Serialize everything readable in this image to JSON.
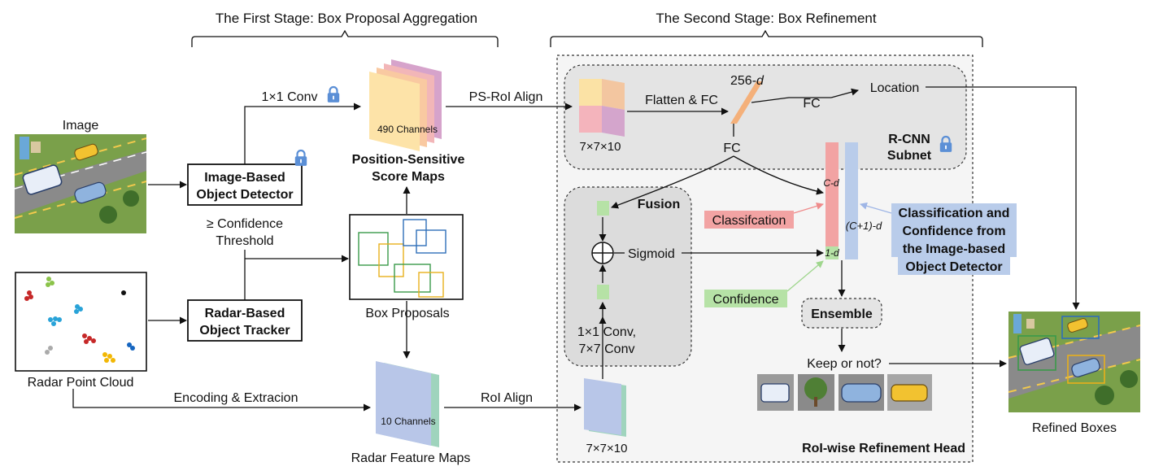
{
  "stages": {
    "first": "The First Stage: Box Proposal Aggregation",
    "second": "The Second Stage: Box Refinement"
  },
  "inputs": {
    "image": "Image",
    "radar": "Radar Point Cloud"
  },
  "modules": {
    "image_detector_l1": "Image-Based",
    "image_detector_l2": "Object Detector",
    "radar_tracker_l1": "Radar-Based",
    "radar_tracker_l2": "Object Tracker",
    "box_proposals": "Box Proposals",
    "ps_maps_l1": "Position-Sensitive",
    "ps_maps_l2": "Score Maps",
    "ps_channels": "490 Channels",
    "radar_maps": "Radar Feature Maps",
    "radar_channels": "10 Channels",
    "rcnn_l1": "R-CNN",
    "rcnn_l2": "Subnet",
    "fusion": "Fusion",
    "ensemble": "Ensemble",
    "head": "RoI-wise Refinement Head",
    "refined": "Refined Boxes"
  },
  "edges": {
    "conv1x1": "1×1 Conv",
    "conf_l1": "≥ Confidence",
    "conf_l2": "Threshold",
    "ps_roi_align": "PS-RoI Align",
    "encoding": "Encoding & Extracion",
    "roi_align": "RoI Align",
    "flatten_fc": "Flatten & FC",
    "fc1": "FC",
    "fc2": "FC",
    "location": "Location",
    "sigmoid": "Sigmoid",
    "conv_l1": "1×1 Conv,",
    "conv_l2": "7×7 Conv",
    "keep": "Keep or not?"
  },
  "dims": {
    "d256": "256-",
    "d_italic": "d",
    "feat1": "7×7×10",
    "feat2": "7×7×10",
    "cd": "C-d",
    "one_d": "1-d",
    "c1d": "(C+1)-d"
  },
  "annotations": {
    "classification": "Classifcation",
    "confidence": "Confidence",
    "det_info_l1": "Classification and",
    "det_info_l2": "Confidence from",
    "det_info_l3": "the Image-based",
    "det_info_l4": "Object Detector"
  },
  "icons": [
    "lock-icon",
    "bus-icon",
    "tree-icon",
    "car-icon",
    "taxi-icon",
    "building-icon"
  ],
  "colors": {
    "lock": "#5b8fd6",
    "classification": "#f2a3a3",
    "confidence": "#b6e2a6",
    "detector_info": "#b9ccea",
    "ps_pink": "#d9a6cf",
    "ps_yellow": "#fde3a8",
    "radar_blue": "#b8c6e8",
    "radar_green": "#9fd4bd",
    "box_green": "#3a9a4a",
    "box_blue": "#2f6fb8",
    "box_yellow": "#e8b01c"
  }
}
